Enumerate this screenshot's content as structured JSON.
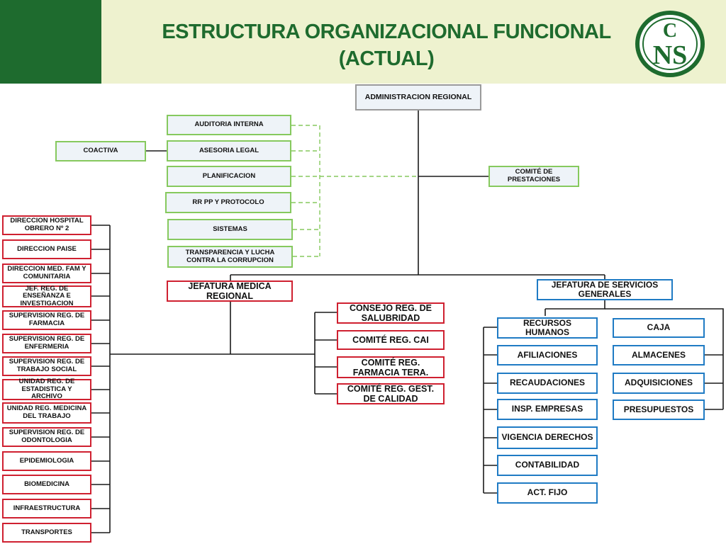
{
  "header": {
    "title_line1": "ESTRUCTURA ORGANIZACIONAL FUNCIONAL",
    "title_line2": "(ACTUAL)",
    "logo_top": "C",
    "logo_bottom": "NS"
  },
  "colors": {
    "brand_green": "#1e6b2e",
    "header_band": "#eef2cf",
    "staff_border": "#86c95e",
    "medical_border": "#cf2030",
    "services_border": "#1f7bc4"
  },
  "top": {
    "admin": "ADMINISTRACION REGIONAL",
    "comite_prestaciones": "COMITÉ DE PRESTACIONES"
  },
  "staff": {
    "auditoria": "AUDITORIA INTERNA",
    "asesoria": "ASESORIA LEGAL",
    "coactiva": "COACTIVA",
    "planificacion": "PLANIFICACION",
    "rrpp": "RR PP Y PROTOCOLO",
    "sistemas": "SISTEMAS",
    "transparencia": "TRANSPARENCIA Y LUCHA CONTRA LA CORRUPCION"
  },
  "medical": {
    "jefatura": "JEFATURA MEDICA REGIONAL",
    "units": [
      "DIRECCION HOSPITAL OBRERO Nº 2",
      "DIRECCION PAISE",
      "DIRECCION MED. FAM Y COMUNITARIA",
      "JEF. REG. DE ENSEÑANZA E INVESTIGACION",
      "SUPERVISION REG. DE FARMACIA",
      "SUPERVISION REG. DE ENFERMERIA",
      "SUPERVISION REG. DE TRABAJO SOCIAL",
      "UNIDAD REG. DE ESTADISTICA Y ARCHIVO",
      "UNIDAD REG. MEDICINA DEL TRABAJO",
      "SUPERVISION REG. DE ODONTOLOGIA",
      "EPIDEMIOLOGIA",
      "BIOMEDICINA",
      "INFRAESTRUCTURA",
      "TRANSPORTES"
    ],
    "councils": [
      "CONSEJO REG. DE SALUBRIDAD",
      "COMITÉ REG. CAI",
      "COMITÉ REG. FARMACIA TERA.",
      "COMITÉ REG. GEST. DE CALIDAD"
    ]
  },
  "services": {
    "jefatura": "JEFATURA DE SERVICIOS GENERALES",
    "left": [
      "RECURSOS HUMANOS",
      "AFILIACIONES",
      "RECAUDACIONES",
      "INSP. EMPRESAS",
      "VIGENCIA DERECHOS",
      "CONTABILIDAD",
      "ACT. FIJO"
    ],
    "right": [
      "CAJA",
      "ALMACENES",
      "ADQUISICIONES",
      "PRESUPUESTOS"
    ]
  }
}
